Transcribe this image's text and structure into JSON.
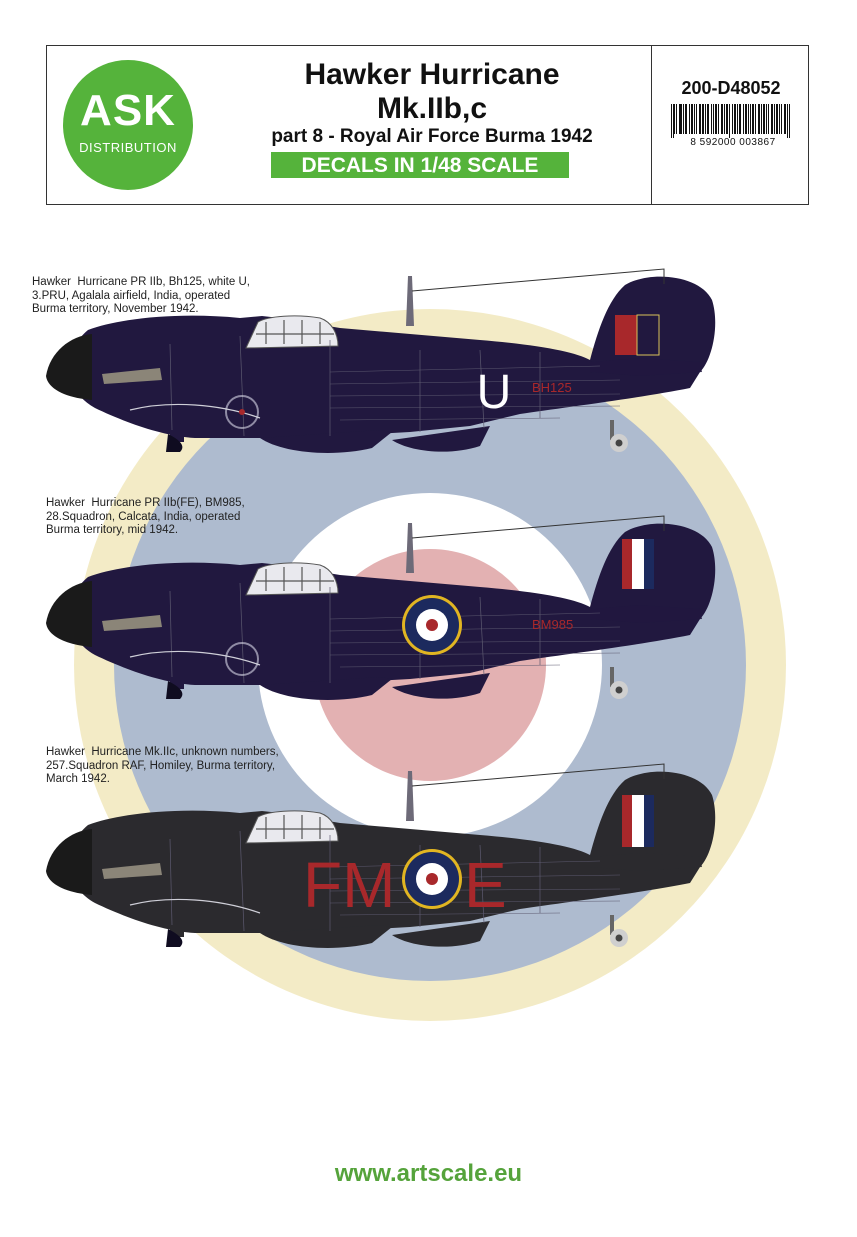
{
  "header": {
    "logo": {
      "main": "ASK",
      "sub": "DISTRIBUTION"
    },
    "title_line1": "Hawker Hurricane",
    "title_line2": "Mk.IIb,c",
    "subtitle": "part 8 - Royal Air Force Burma 1942",
    "scale_banner": "DECALS IN 1/48 SCALE",
    "product_code": "200-D48052",
    "barcode_digits": "8   592000   003867"
  },
  "aircraft": [
    {
      "caption": "Hawker  Hurricane PR IIb, Bh125, white U,\n3.PRU, Agalala airfield, India, operated\nBurma territory, November 1942.",
      "code_letter": "U",
      "serial": "BH125"
    },
    {
      "caption": "Hawker  Hurricane PR IIb(FE), BM985,\n28.Squadron, Calcata, India, operated\nBurma territory, mid 1942.",
      "serial": "BM985"
    },
    {
      "caption": "Hawker  Hurricane Mk.IIc, unknown numbers,\n257.Squadron RAF, Homiley, Burma territory,\nMarch 1942.",
      "code_left": "FM",
      "code_right": "E"
    }
  ],
  "colors": {
    "brand_green": "#55b33b",
    "roundel_yellow": "#f3ebc6",
    "roundel_blue": "#aebbcf",
    "roundel_red": "#e3b1b2",
    "aircraft_dark_blue": "#21183f",
    "aircraft_dark_grey": "#2b2a2e",
    "marking_red": "#a8282b"
  },
  "footer": {
    "url": "www.artscale.eu"
  }
}
